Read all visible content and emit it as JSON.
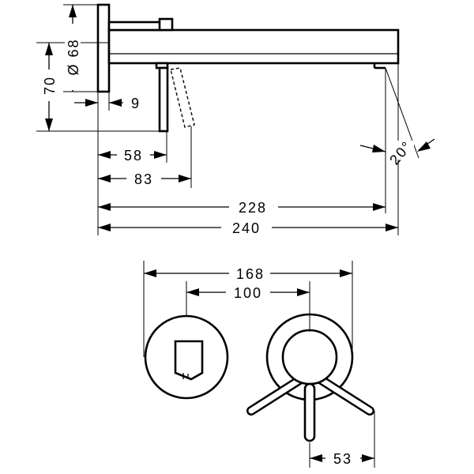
{
  "dimensions": {
    "diameter": "Ø 68",
    "height": "70",
    "plate_thickness": "9",
    "d58": "58",
    "d83": "83",
    "d228": "228",
    "d240": "240",
    "angle": "20°",
    "d168": "168",
    "d100": "100",
    "d53": "53"
  }
}
